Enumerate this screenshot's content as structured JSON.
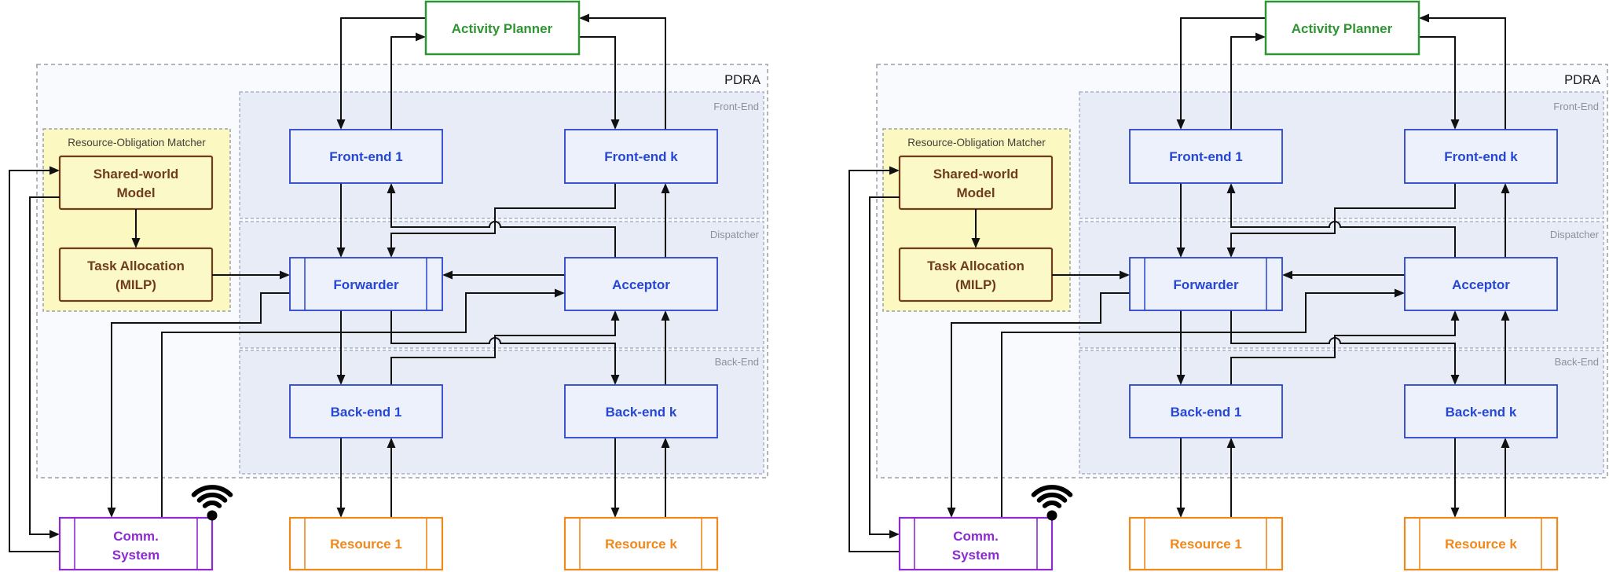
{
  "figure": {
    "panels": [
      {
        "side": "left"
      },
      {
        "side": "right"
      }
    ],
    "labels": {
      "activity_planner": "Activity Planner",
      "pdra": "PDRA",
      "front_end_region": "Front-End",
      "dispatcher_region": "Dispatcher",
      "back_end_region": "Back-End",
      "matcher_title": "Resource-Obligation Matcher",
      "shared_world": [
        "Shared-world",
        "Model"
      ],
      "task_allocation": [
        "Task Allocation",
        "(MILP)"
      ],
      "front_end_1": "Front-end 1",
      "front_end_k": "Front-end k",
      "forwarder": "Forwarder",
      "acceptor": "Acceptor",
      "back_end_1": "Back-end 1",
      "back_end_k": "Back-end k",
      "comm_system": [
        "Comm.",
        "System"
      ],
      "resource_1": "Resource 1",
      "resource_k": "Resource k"
    },
    "icons": {
      "wifi": "wifi-icon"
    },
    "colors": {
      "arrow": "#111111",
      "blue_border": "#2a44cc",
      "blue_text": "#2647d4",
      "blue_fill": "#edf1fb",
      "band_fill": "#e7ecf7",
      "band_border": "#a9b2c6",
      "pdra_fill": "#f8fafe",
      "pdra_border": "#9e9e9e",
      "green": "#2e9532",
      "yellow_fill": "#fcf8c2",
      "yellow_border": "#9aa0a8",
      "brown_fill": "#fcf9c8",
      "brown_border": "#6f3d1a",
      "brown_text": "#6f3d1a",
      "matcher_text": "#43403a",
      "purple": "#8c2bd2",
      "orange": "#f0881c",
      "region_label": "#8d919c",
      "pdra_label": "#1a1a1a"
    }
  }
}
